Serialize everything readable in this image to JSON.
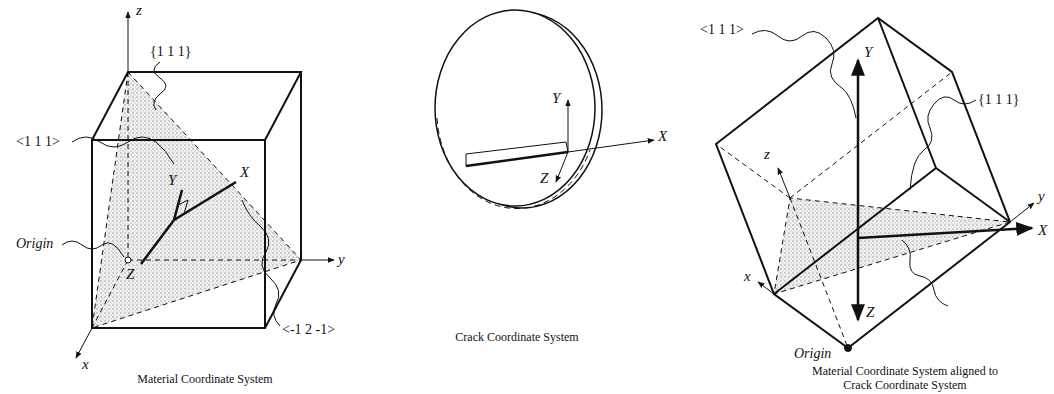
{
  "diagram": {
    "labels": [
      "z",
      "{1 1 1}",
      "<1 1 1>",
      "Origin",
      "Y",
      "X",
      "Z",
      "y",
      "<-1 2 -1>",
      "x",
      "Material Coordinate System",
      "Y",
      "X",
      "Z",
      "Crack Coordinate System",
      "<1 1 1>",
      "Y",
      "{1 1 1}",
      "z",
      "y",
      "X",
      "x",
      "Z",
      "Origin",
      "Material Coordinate System aligned to Crack Coordinate System"
    ]
  }
}
